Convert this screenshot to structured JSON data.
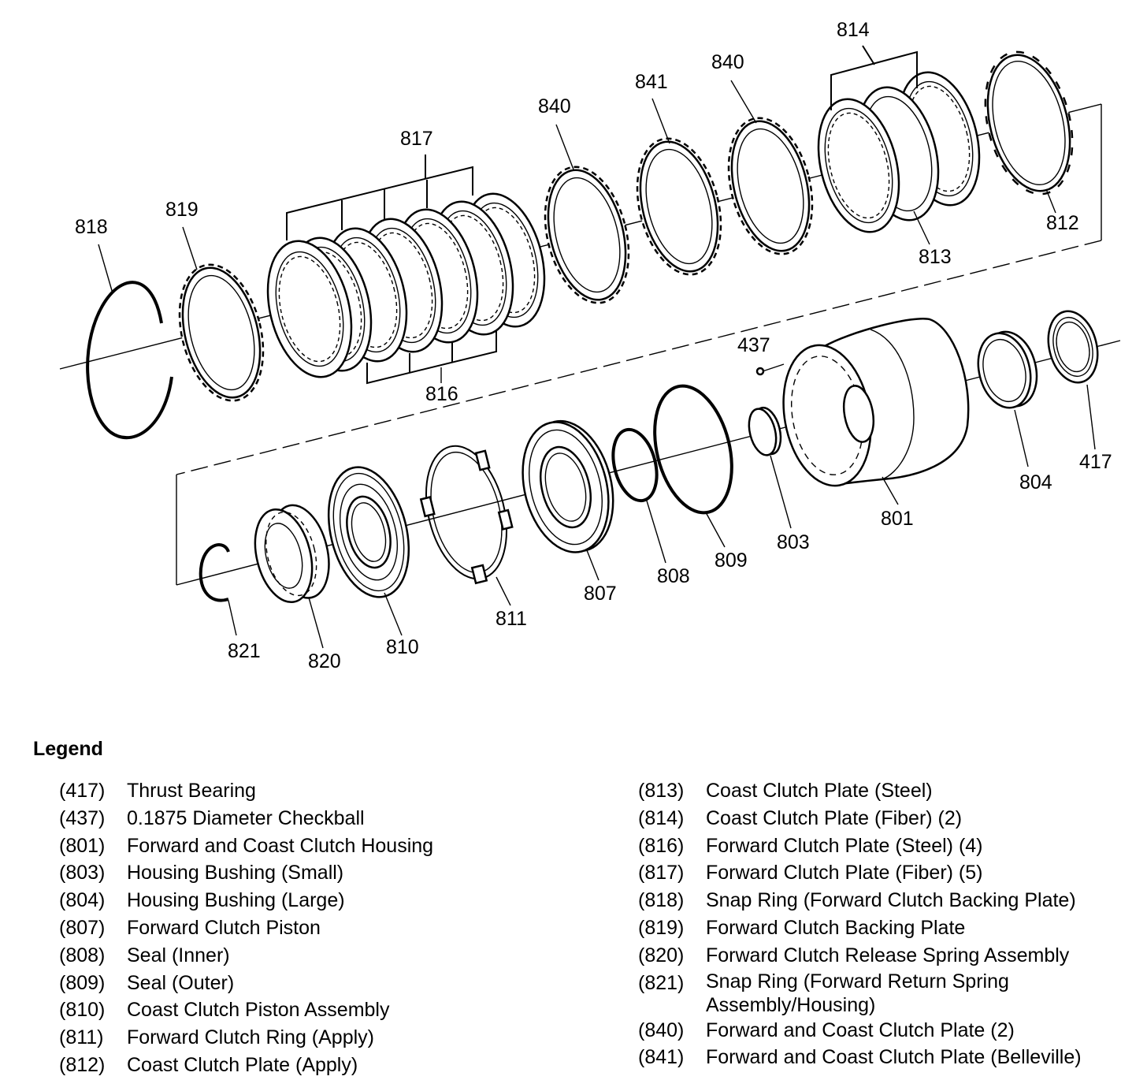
{
  "diagram": {
    "callouts": [
      {
        "id": "c814",
        "text": "814"
      },
      {
        "id": "c840a",
        "text": "840"
      },
      {
        "id": "c841",
        "text": "841"
      },
      {
        "id": "c840b",
        "text": "840"
      },
      {
        "id": "c817",
        "text": "817"
      },
      {
        "id": "c819",
        "text": "819"
      },
      {
        "id": "c818",
        "text": "818"
      },
      {
        "id": "c812",
        "text": "812"
      },
      {
        "id": "c813",
        "text": "813"
      },
      {
        "id": "c437",
        "text": "437"
      },
      {
        "id": "c816",
        "text": "816"
      },
      {
        "id": "c417",
        "text": "417"
      },
      {
        "id": "c804",
        "text": "804"
      },
      {
        "id": "c801",
        "text": "801"
      },
      {
        "id": "c803",
        "text": "803"
      },
      {
        "id": "c809",
        "text": "809"
      },
      {
        "id": "c808",
        "text": "808"
      },
      {
        "id": "c807",
        "text": "807"
      },
      {
        "id": "c811",
        "text": "811"
      },
      {
        "id": "c810",
        "text": "810"
      },
      {
        "id": "c821",
        "text": "821"
      },
      {
        "id": "c820",
        "text": "820"
      }
    ]
  },
  "legend": {
    "title": "Legend",
    "left": [
      {
        "num": "(417)",
        "desc": "Thrust Bearing"
      },
      {
        "num": "(437)",
        "desc": "0.1875 Diameter Checkball"
      },
      {
        "num": "(801)",
        "desc": "Forward and Coast Clutch Housing"
      },
      {
        "num": "(803)",
        "desc": "Housing Bushing (Small)"
      },
      {
        "num": "(804)",
        "desc": "Housing Bushing (Large)"
      },
      {
        "num": "(807)",
        "desc": "Forward Clutch Piston"
      },
      {
        "num": "(808)",
        "desc": "Seal (Inner)"
      },
      {
        "num": "(809)",
        "desc": "Seal (Outer)"
      },
      {
        "num": "(810)",
        "desc": "Coast Clutch Piston Assembly"
      },
      {
        "num": "(811)",
        "desc": "Forward Clutch Ring (Apply)"
      },
      {
        "num": "(812)",
        "desc": "Coast Clutch Plate (Apply)"
      }
    ],
    "right": [
      {
        "num": "(813)",
        "desc": "Coast Clutch Plate (Steel)"
      },
      {
        "num": "(814)",
        "desc": "Coast Clutch Plate (Fiber) (2)"
      },
      {
        "num": "(816)",
        "desc": "Forward Clutch Plate (Steel) (4)"
      },
      {
        "num": "(817)",
        "desc": "Forward Clutch Plate (Fiber) (5)"
      },
      {
        "num": "(818)",
        "desc": "Snap Ring (Forward Clutch Backing Plate)"
      },
      {
        "num": "(819)",
        "desc": "Forward Clutch Backing Plate"
      },
      {
        "num": "(820)",
        "desc": "Forward Clutch Release Spring Assembly"
      },
      {
        "num": "(821)",
        "desc": "Snap Ring (Forward Return Spring Assembly/Housing)"
      },
      {
        "num": "(840)",
        "desc": "Forward and Coast Clutch Plate (2)"
      },
      {
        "num": "(841)",
        "desc": "Forward and Coast Clutch Plate (Belleville)"
      }
    ]
  }
}
